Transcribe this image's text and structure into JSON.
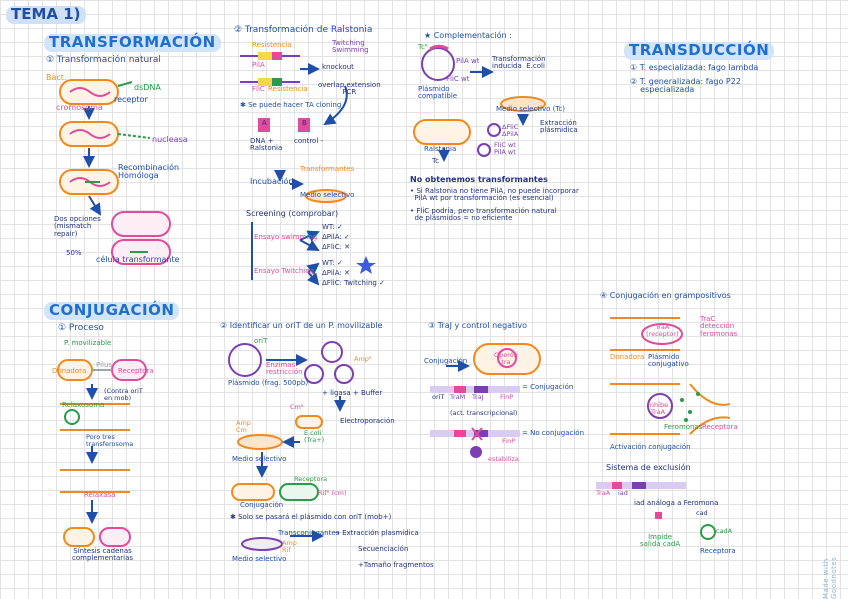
{
  "page": {
    "tema": "TEMA 1)"
  },
  "colors": {
    "blue": "#1f4fa8",
    "pink": "#e04b9b",
    "orange": "#f08a1f",
    "purple": "#7b3fb3",
    "green": "#2a9b48",
    "highlight": "#cfe0f7"
  },
  "transformacion": {
    "title": "TRANSFORMACIÓN",
    "subtitle": "① Transformación natural",
    "bact": "Bact.",
    "dsdna": "dsDNA",
    "cromosoma": "cromosoma",
    "receptor": "receptor",
    "nucleasa": "nucleasa",
    "recombinacion": "Recombinación\nHomóloga",
    "dos_opciones": "Dos opciones\n(mismatch\nrepair)",
    "cincuenta": "50%",
    "celula": "célula transformante"
  },
  "ralstonia": {
    "title": "② Transformación de Ralstonia",
    "resistencia_top": "Resistencia",
    "pila": "PilA",
    "twitching_swimming": "Twitching\nSwimming",
    "knockout": "knockout",
    "flic": "FliC",
    "resistencia_bottom": "Resistencia",
    "overlap": "overlap extension\nPCR",
    "ta_cloning": "✱ Se puede hacer TA cloning",
    "tube_a": "A",
    "tube_b": "B",
    "dna_ralstonia": "DNA +\nRalstonia",
    "control": "control -",
    "incubacion": "Incubación",
    "transformantes": "Transformantes",
    "medio_selectivo": "Medio selectivo",
    "screening": "Screening (comprobar)",
    "ensayo_swimming": "Ensayo swimming",
    "swim_wt": "WT: ✓",
    "swim_pila": "ΔPilA: ✓",
    "swim_flic": "ΔFliC: ✕",
    "ensayo_twitching": "Ensayo Twitching",
    "twi_wt": "WT: ✓",
    "twi_pila": "ΔPilA: ✕",
    "twi_flic": "ΔFliC: Twitching ✓"
  },
  "complementacion": {
    "title": "★ Complementación :",
    "tc": "Tcᴿ",
    "pila_wt": "PilA wt",
    "flic_wt": "FliC wt",
    "plasmido": "Plásmido\ncompatible",
    "transformacion": "Transformación\ninducida  E.coli",
    "medio": "Medio selectivo (Tc)",
    "extraccion": "Extracción\nplásmidica",
    "ralstonia": "Ralstonia",
    "dflic": "ΔFliC\nΔPilA",
    "flic_pila_wt": "FliC wt\nPilA wt",
    "tc_arrow": "Tc",
    "no_obtenemos": "No obtenemos transformantes",
    "note1": "• Si Ralstonia no tiene PilA, no puede incorporar\n  PilA wt por transformación (es esencial)",
    "note2": "• FliC podría, pero transformación natural\n  de plásmidos = no eficiente"
  },
  "transduccion": {
    "title": "TRANSDUCCIÓN",
    "item1": "① T. especializada: fago lambda",
    "item2": "② T. generalizada: fago P22\n    especializada"
  },
  "conjugacion": {
    "title": "CONJUGACIÓN",
    "proceso": "① Proceso",
    "p_movilizable": "P. movilizable",
    "donadora": "Donadora",
    "pilus": "Pilus",
    "receptora": "Receptora",
    "contra_orit": "(Contra oriT\nen mob)",
    "relaxosoma": "Relaxosoma",
    "poro": "Poro tres\ntransferosoma",
    "relaxasa": "Relaxasa",
    "sintesis": "Síntesis cadenas\ncomplementarias"
  },
  "orit": {
    "title": "② Identificar un oriT de un P. movilizable",
    "orit": "oriT",
    "enzimas": "Enzimas\nrestricción",
    "ampr": "Ampᴿ",
    "plasmido": "Plásmido (frag. 500pb)",
    "ligasa": "+ ligasa + Buffer",
    "cmr": "Cmᴿ",
    "ecoli": "E.coli\n(Tra+)",
    "electro": "Electroporación",
    "amp_cm": "Amp\nCm",
    "medio": "Medio selectivo",
    "receptora": "Receptora",
    "rif": "Rifᴿ (cm)",
    "conjugacion": "Conjugación",
    "solo_se": "✱ Solo se pasará el plásmido con oriT (mob+)",
    "transconjugantes": "Transconjugantes",
    "amp_rif": "Amp\nRif",
    "medio2": "Medio selectivo",
    "extraccion": "→ Extracción plasmídica",
    "secuenciacion": "Secuenciación",
    "tamano": "+Tamaño fragmentos"
  },
  "traj": {
    "title": "③ TraJ y control negativo",
    "operon": "Operón\ntra",
    "conjugacion": "Conjugación",
    "orit": "oriT",
    "tram": "TraM",
    "traj": "TraJ",
    "finp": "FinP",
    "conjugacion_yes": "= Conjugación",
    "act": "(act. transcripcional)",
    "no_conjugacion": "= No conjugación",
    "finp2": "FinP",
    "estabiliza": "estabiliza"
  },
  "gram": {
    "title": "④ Conjugación en grampositivos",
    "traa_receptor": "TraA\n(receptor)",
    "trac": "TraC\ndetección\nferomonas",
    "donadora": "Donadora",
    "plasmido": "Plásmido\nconjugativo",
    "inhibe": "Inhibe\nTraA",
    "feromonas": "Feromonas",
    "receptora": "Receptora",
    "activacion": "Activación conjugación",
    "sistema": "Sistema de exclusión",
    "traa": "TraA",
    "iad": "iad",
    "iad_analoga": "iad análoga a Feromona",
    "cad": "cad",
    "cad2": "cadA",
    "impide": "Impide\nsalida cadA",
    "receptora2": "Receptora"
  },
  "brand": {
    "text": "Made with Goodnotes"
  }
}
